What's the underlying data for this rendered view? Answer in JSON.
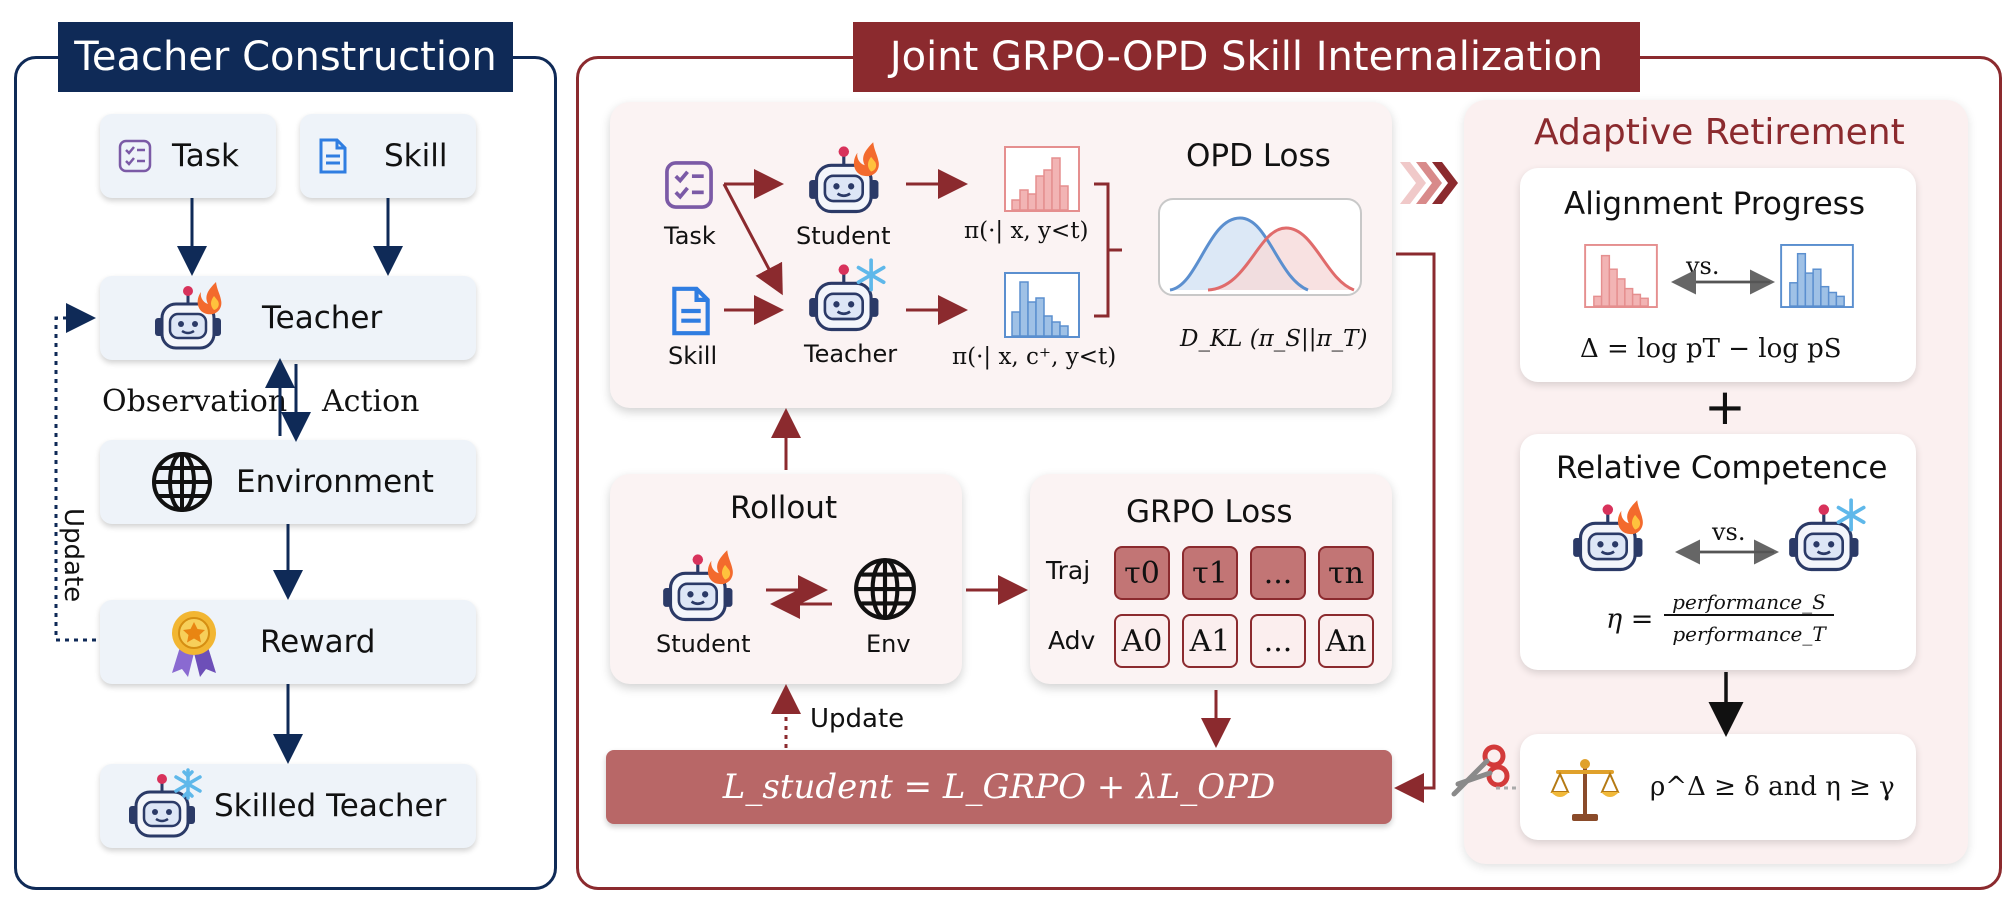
{
  "left": {
    "title": "Teacher Construction",
    "task": "Task",
    "skill": "Skill",
    "teacher": "Teacher",
    "observation": "Observation",
    "action": "Action",
    "environment": "Environment",
    "update": "Update",
    "reward": "Reward",
    "skilled_teacher": "Skilled Teacher"
  },
  "right": {
    "title": "Joint GRPO-OPD Skill Internalization",
    "opd": {
      "task": "Task",
      "skill": "Skill",
      "student": "Student",
      "teacher": "Teacher",
      "pi_student": "π(·| x, y<t)",
      "pi_teacher": "π(·| x, c⁺, y<t)",
      "loss_title": "OPD Loss",
      "dkl": "D_KL (π_S||π_T)"
    },
    "rollout": {
      "title": "Rollout",
      "student": "Student",
      "env": "Env"
    },
    "grpo": {
      "title": "GRPO Loss",
      "traj_label": "Traj",
      "adv_label": "Adv",
      "traj_cells": [
        "τ0",
        "τ1",
        "...",
        "τn"
      ],
      "adv_cells": [
        "A0",
        "A1",
        "...",
        "An"
      ]
    },
    "update": "Update",
    "loss_formula": "L_student = L_GRPO + λL_OPD",
    "retire": {
      "title": "Adaptive Retirement",
      "alignment_title": "Alignment Progress",
      "vs1": "vs.",
      "delta_formula": "Δ = log pT − log pS",
      "plus": "+",
      "competence_title": "Relative Competence",
      "vs2": "vs.",
      "eta_lhs": "η =",
      "eta_num": "performance_S",
      "eta_den": "performance_T",
      "condition": "ρ^Δ ≥ δ and η ≥ γ"
    }
  },
  "colors": {
    "navy": "#0f2a57",
    "maroon": "#8b2a2e",
    "loss_bar": "#b86767",
    "pink_hist": "#e58f8f",
    "blue_hist": "#7ea9d8"
  }
}
